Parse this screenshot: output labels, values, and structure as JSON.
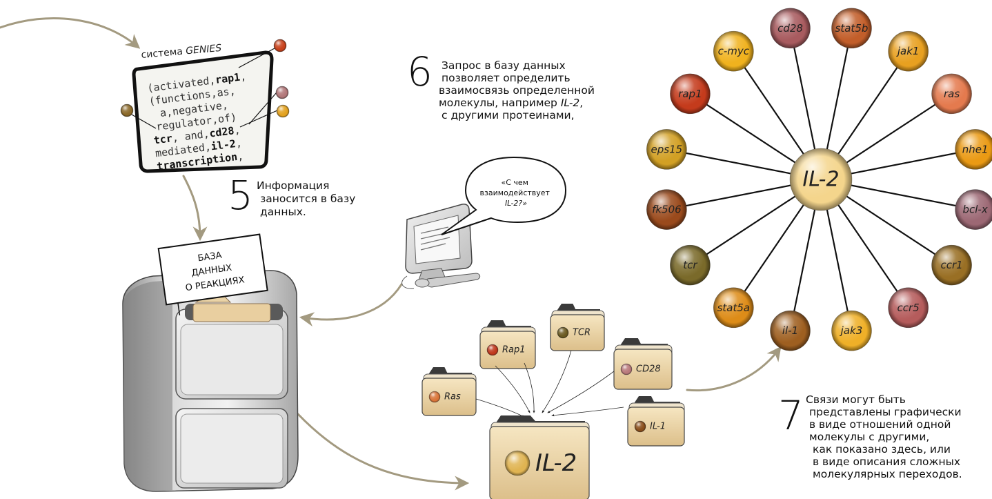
{
  "genies": {
    "title_prefix": "система ",
    "title_name": "GENIES",
    "lines": [
      [
        {
          "t": "(activated,",
          "b": false
        },
        {
          "t": "rap1",
          "b": true
        },
        {
          "t": ",",
          "b": false
        }
      ],
      [
        {
          "t": "(functions,as,",
          "b": false
        }
      ],
      [
        {
          "t": "a,negative,",
          "b": false
        }
      ],
      [
        {
          "t": "regulator,of)",
          "b": false
        }
      ],
      [
        {
          "t": "tcr",
          "b": true
        },
        {
          "t": ",  and,",
          "b": false
        },
        {
          "t": "cd28",
          "b": true
        },
        {
          "t": ",",
          "b": false
        }
      ],
      [
        {
          "t": "mediated,",
          "b": false
        },
        {
          "t": "il-2",
          "b": true
        },
        {
          "t": ",",
          "b": false
        }
      ],
      [
        {
          "t": "transcription",
          "b": true
        },
        {
          "t": ",",
          "b": false
        }
      ]
    ],
    "bead_colors": [
      "#c8421c",
      "#b2787a",
      "#e3a21f",
      "#8c6a2a"
    ]
  },
  "step5": {
    "number": "5",
    "lines": [
      "Информация",
      "заносится в базу",
      "данных."
    ]
  },
  "step6": {
    "number": "6",
    "lines": [
      [
        {
          "t": "Запрос в базу данных",
          "i": false
        }
      ],
      [
        {
          "t": "позволяет определить",
          "i": false
        }
      ],
      [
        {
          "t": "взаимосвязь определенной",
          "i": false
        }
      ],
      [
        {
          "t": "молекулы, например ",
          "i": false
        },
        {
          "t": "IL-2",
          "i": true
        },
        {
          "t": ",",
          "i": false
        }
      ],
      [
        {
          "t": "с другими протеинами,",
          "i": false
        }
      ]
    ]
  },
  "step7": {
    "number": "7",
    "lines": [
      "Связи могут быть",
      "представлены графически",
      "в виде отношений одной",
      "молекулы с другими,",
      "как показано здесь, или",
      "в виде описания сложных",
      "молекулярных переходов."
    ]
  },
  "database_sign": {
    "lines": [
      "БАЗА",
      "ДАННЫХ",
      "О РЕАКЦИЯХ"
    ]
  },
  "speech_bubble": {
    "lines": [
      "«С чем",
      "взаимодействует",
      ""
    ],
    "query_name": "IL-2?»"
  },
  "folders": [
    {
      "label": "Rap1",
      "color": "#c0391e"
    },
    {
      "label": "TCR",
      "color": "#6b5a22"
    },
    {
      "label": "CD28",
      "color": "#b97a7c"
    },
    {
      "label": "Ras",
      "color": "#d9753a"
    },
    {
      "label": "IL-1",
      "color": "#8a4f1c"
    }
  ],
  "main_folder": {
    "label": "IL-2",
    "color": "#e0b452"
  },
  "network": {
    "center": {
      "label": "IL-2",
      "color": "#f4d58c"
    },
    "nodes": [
      {
        "label": "c-myc",
        "color": "#f0b21e"
      },
      {
        "label": "cd28",
        "color": "#a85b5f"
      },
      {
        "label": "stat5b",
        "color": "#c25e2a"
      },
      {
        "label": "jak1",
        "color": "#e8a020"
      },
      {
        "label": "ras",
        "color": "#e47a4e"
      },
      {
        "label": "nhe1",
        "color": "#ea9a14"
      },
      {
        "label": "bcl-x",
        "color": "#9c6874"
      },
      {
        "label": "ccr1",
        "color": "#996f24"
      },
      {
        "label": "ccr5",
        "color": "#b55c5c"
      },
      {
        "label": "jak3",
        "color": "#efb028"
      },
      {
        "label": "il-1",
        "color": "#9e5f20"
      },
      {
        "label": "stat5a",
        "color": "#dd8c18"
      },
      {
        "label": "tcr",
        "color": "#7a6a2a"
      },
      {
        "label": "fk506",
        "color": "#9a4a1c"
      },
      {
        "label": "eps15",
        "color": "#d2a024"
      },
      {
        "label": "rap1",
        "color": "#c43b1c"
      }
    ]
  }
}
